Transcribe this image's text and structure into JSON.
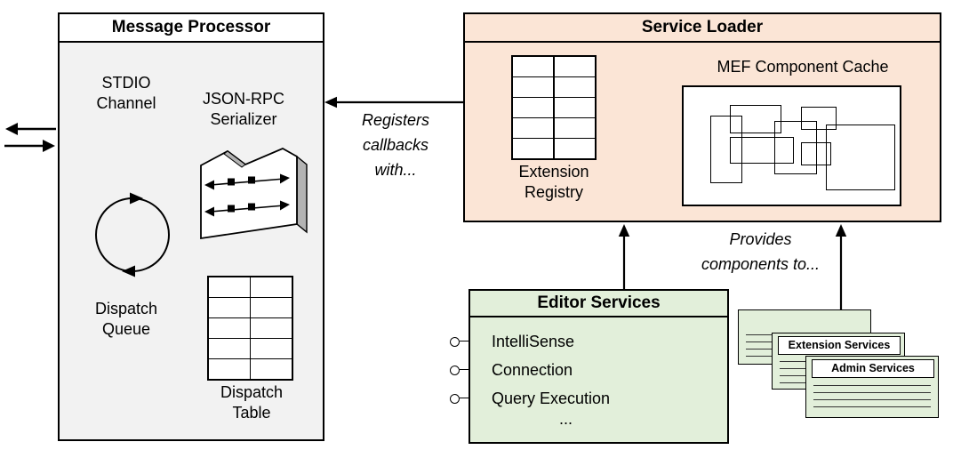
{
  "message_processor": {
    "title": "Message Processor",
    "stdio_channel": "STDIO Channel",
    "serializer": "JSON-RPC Serializer",
    "dispatch_queue": "Dispatch Queue",
    "dispatch_table": "Dispatch Table"
  },
  "service_loader": {
    "title": "Service Loader",
    "extension_registry": "Extension Registry",
    "mef_cache": "MEF Component Cache"
  },
  "editor_services": {
    "title": "Editor Services",
    "items": [
      "IntelliSense",
      "Connection",
      "Query Execution"
    ],
    "more": "..."
  },
  "stacked_services": {
    "front_titles": [
      "Extension Services",
      "Admin Services"
    ]
  },
  "annotations": {
    "registers_callbacks": "Registers callbacks with...",
    "provides_components": "Provides components to..."
  },
  "colors": {
    "processor_fill": "#f2f2f2",
    "loader_fill": "#fbe5d6",
    "services_fill": "#e2efda",
    "header_fill": "#ffffff",
    "line": "#000000",
    "icon_shade": "#b3b3b3"
  },
  "icons": {
    "stdio_arrows": "bidirectional message arrows",
    "cycle_arrows": "circular dispatch queue arrows",
    "serializer_band": "serializer ribbon with message squares",
    "grid_table": "two-column table grid",
    "component_cluster": "nested MEF component rectangles",
    "interface_port": "lollipop interface circle"
  }
}
